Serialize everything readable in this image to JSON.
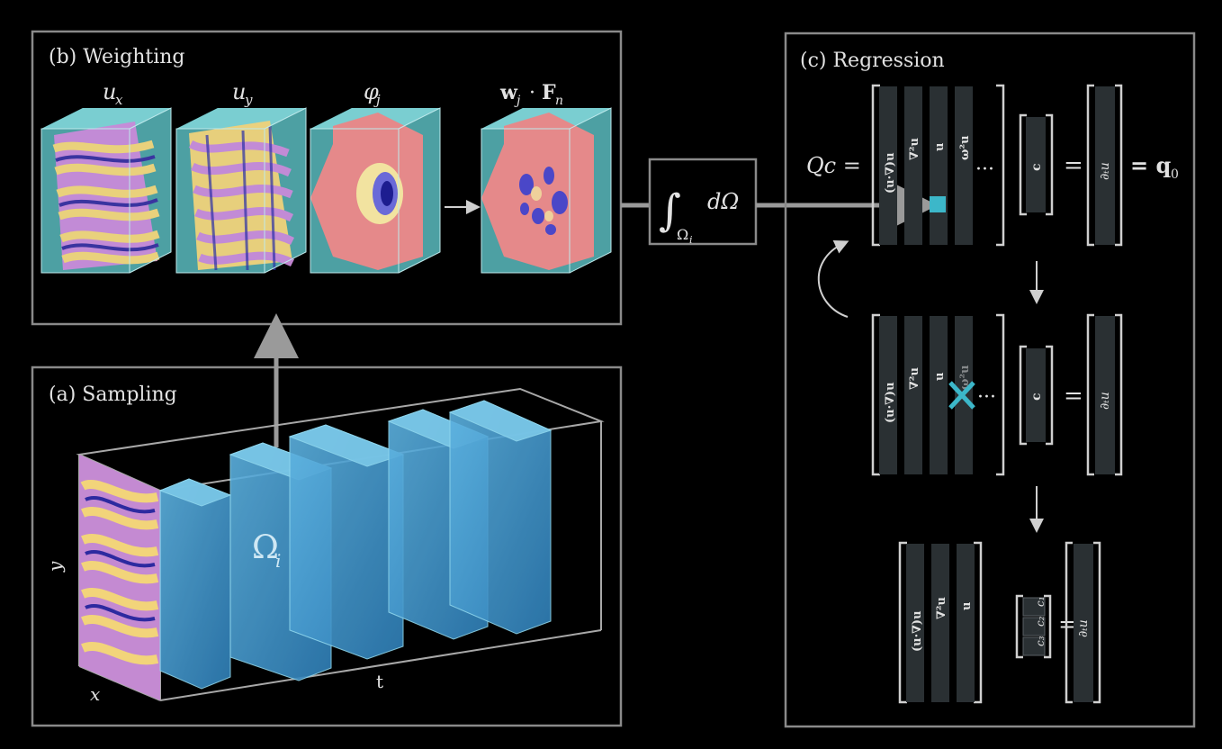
{
  "panels": {
    "weighting": {
      "title": "(b) Weighting",
      "labels": {
        "ux": "u",
        "ux_sub": "x",
        "uy": "u",
        "uy_sub": "y",
        "phi": "φ",
        "phi_sub": "j",
        "wf_w": "w",
        "wf_wsub": "j",
        "wf_dot": "·",
        "wf_F": "F",
        "wf_Fsub": "n"
      }
    },
    "sampling": {
      "title": "(a) Sampling",
      "axis_y": "y",
      "axis_x": "x",
      "axis_t": "t",
      "omega": "Ω",
      "omega_sub": "i"
    },
    "regression": {
      "title": "(c) Regression",
      "lhs": "Qc =",
      "col_labels": [
        "(u·∇)u",
        "∇²u",
        "u",
        "ω²u"
      ],
      "ellipsis": "···",
      "vector_c": "c",
      "equals": "=",
      "rhs": "∂ₜu",
      "rhs2": "= q",
      "rhs2_sub": "0",
      "reduced_col_labels": [
        "(u·∇)u",
        "∇²u",
        "u"
      ],
      "coefs": [
        "c₁",
        "c₂",
        "c₃"
      ]
    }
  },
  "integral": {
    "symbol": "∫",
    "domain": "Ω",
    "domain_sub": "i",
    "measure": "dΩ"
  },
  "colors": {
    "panel_border": "#8a8a8a",
    "cyan": "#3cb7c9",
    "block": "#4a9fd0",
    "matrix_col": "#2a3033"
  }
}
